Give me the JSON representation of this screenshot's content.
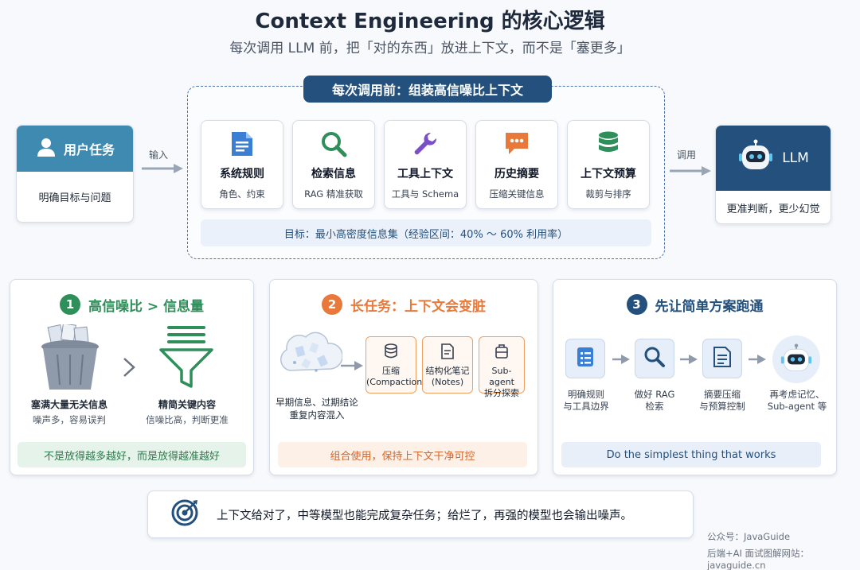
{
  "header": {
    "title": "Context Engineering 的核心逻辑",
    "subtitle": "每次调用 LLM 前，把「对的东西」放进上下文，而不是「塞更多」"
  },
  "input_box": {
    "title": "用户任务",
    "desc": "明确目标与问题",
    "icon": "user-icon"
  },
  "arrows": {
    "input_label": "输入",
    "call_label": "调用"
  },
  "assembly": {
    "title": "每次调用前：组装高信噪比上下文",
    "items": [
      {
        "title": "系统规则",
        "desc": "角色、约束",
        "icon": "document-icon",
        "color": "#3b7fd4"
      },
      {
        "title": "检索信息",
        "desc": "RAG 精准获取",
        "icon": "search-icon",
        "color": "#2f8f5b"
      },
      {
        "title": "工具上下文",
        "desc": "工具与 Schema",
        "icon": "wrench-icon",
        "color": "#7a4fc9"
      },
      {
        "title": "历史摘要",
        "desc": "压缩关键信息",
        "icon": "chat-icon",
        "color": "#e8793a"
      },
      {
        "title": "上下文预算",
        "desc": "裁剪与排序",
        "icon": "database-icon",
        "color": "#2f8f5b"
      }
    ],
    "goal": "目标：最小高密度信息集（经验区间：40% ～ 60% 利用率）"
  },
  "llm_box": {
    "title": "LLM",
    "desc": "更准判断，更少幻觉",
    "icon": "robot-icon"
  },
  "panels": [
    {
      "number": "1",
      "title": "高信噪比 > 信息量",
      "color": "#2f8f5b",
      "left_label": "塞满大量无关信息",
      "left_desc": "噪声多，容易误判",
      "right_label": "精简关键内容",
      "right_desc": "信噪比高，判断更准",
      "footer": "不是放得越多越好，而是放得越准越好"
    },
    {
      "number": "2",
      "title": "长任务：上下文会变脏",
      "color": "#e8793a",
      "left_desc_line1": "早期信息、过期结论",
      "left_desc_line2": "重复内容混入",
      "cards": [
        {
          "line1": "压缩",
          "line2": "(Compaction)"
        },
        {
          "line1": "结构化笔记",
          "line2": "(Notes)"
        },
        {
          "line1": "Sub-agent",
          "line2": "拆分探索"
        }
      ],
      "footer": "组合使用，保持上下文干净可控"
    },
    {
      "number": "3",
      "title": "先让简单方案跑通",
      "color": "#23507d",
      "steps": [
        {
          "line1": "明确规则",
          "line2": "与工具边界",
          "icon": "checklist-icon"
        },
        {
          "line1": "做好 RAG",
          "line2": "检索",
          "icon": "search-icon"
        },
        {
          "line1": "摘要压缩",
          "line2": "与预算控制",
          "icon": "document-icon"
        },
        {
          "line1": "再考虑记忆、",
          "line2": "Sub-agent 等",
          "icon": "robot-icon"
        }
      ],
      "footer": "Do the simplest thing that works"
    }
  ],
  "footer": {
    "text": "上下文给对了，中等模型也能完成复杂任务；给烂了，再强的模型也会输出噪声。",
    "icon": "target-icon"
  },
  "credits": {
    "line1": "公众号：JavaGuide",
    "line2": "后端+AI 面试图解网站：javaguide.cn"
  }
}
